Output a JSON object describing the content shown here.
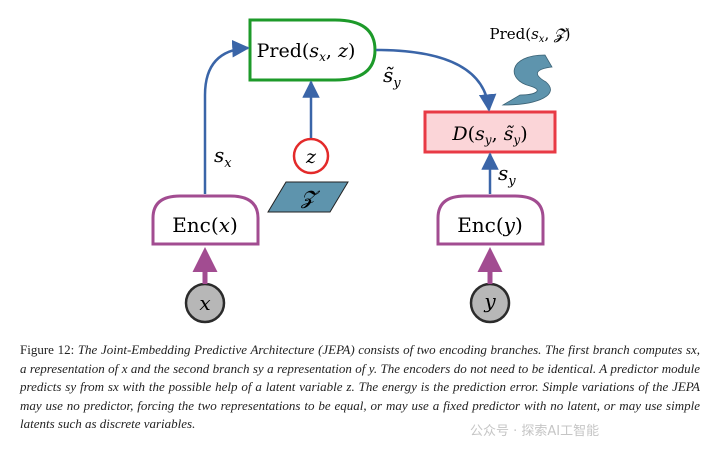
{
  "nodes": {
    "x": "x",
    "y": "y",
    "z": "z",
    "enc_x": "Enc(x)",
    "enc_y": "Enc(y)",
    "pred": "Pred(sx, z)",
    "energy": "D(sy, s̃y)",
    "latent_set": "𝓩"
  },
  "edges": {
    "sx": "sx",
    "sy": "sy",
    "sy_tilde": "s̃y"
  },
  "pred_set_label": "Pred(sx, 𝓩)",
  "caption": {
    "label": "Figure 12:",
    "text": "The Joint-Embedding Predictive Architecture (JEPA) consists of two encoding branches. The first branch computes sx, a representation of x and the second branch sy a representation of y. The encoders do not need to be identical. A predictor module predicts sy from sx with the possible help of a latent variable z. The energy is the prediction error. Simple variations of the JEPA may use no predictor, forcing the two representations to be equal, or may use a fixed predictor with no latent, or may use simple latents such as discrete variables."
  },
  "watermark": "公众号 · 探索AI工智能",
  "colors": {
    "arrow_blue": "#3a65a8",
    "arrow_purple": "#a24c91",
    "encoder_border": "#a24c91",
    "predictor_border": "#1d9a2a",
    "energy_border": "#e83a45",
    "energy_fill": "#fbd5d8",
    "latent_circle": "#e32a2a",
    "latent_fill": "#5e94ad",
    "variable_fill": "#b7b7b7"
  }
}
